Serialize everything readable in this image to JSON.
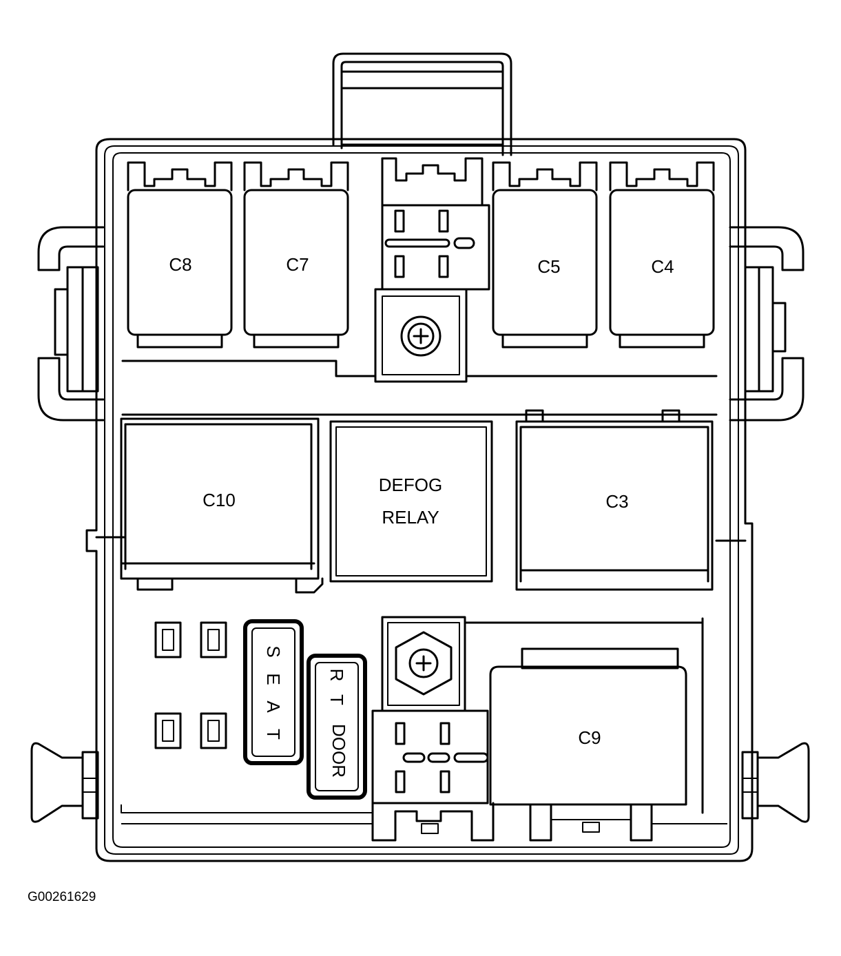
{
  "diagram": {
    "connectors": {
      "c8": "C8",
      "c7": "C7",
      "c5": "C5",
      "c4": "C4",
      "c10": "C10",
      "c3": "C3",
      "c9": "C9"
    },
    "relay": {
      "line1": "DEFOG",
      "line2": "RELAY"
    },
    "fuses": {
      "seat": [
        "S",
        "E",
        "A",
        "T"
      ],
      "rt": [
        "R",
        "T"
      ],
      "door": "DOOR"
    }
  },
  "figure_code": "G00261629"
}
